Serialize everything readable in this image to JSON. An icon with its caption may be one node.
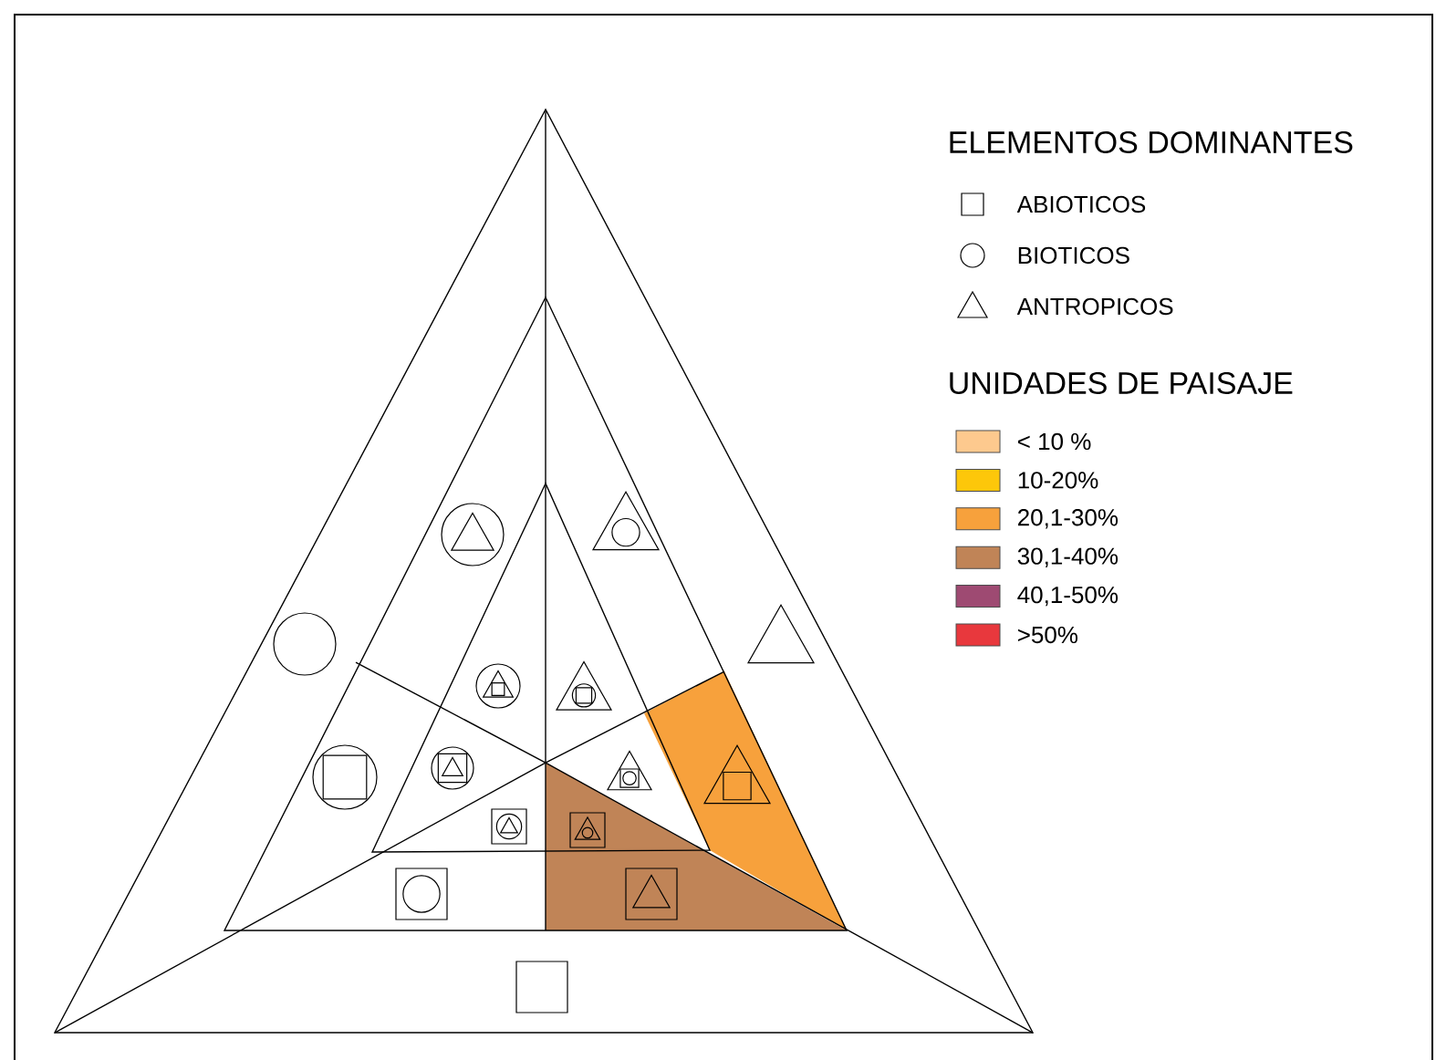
{
  "diagram": {
    "labels": [
      "ELEMENTOS DOMINANTES",
      "UNIDADES DE PAISAJE"
    ],
    "legend": [
      {
        "text": "ABIOTICOS"
      },
      {
        "text": "BIOTICOS"
      },
      {
        "text": "ANTROPICOS"
      },
      {
        "text": "< 10 %",
        "color": "#fdc98e"
      },
      {
        "text": "10-20%",
        "color": "#fdc70a"
      },
      {
        "text": "20,1-30%",
        "color": "#f7a13c"
      },
      {
        "text": "30,1-40%",
        "color": "#c08457"
      },
      {
        "text": "40,1-50%",
        "color": "#9e4a72"
      },
      {
        "text": ">50%",
        "color": "#e8383d"
      }
    ]
  }
}
